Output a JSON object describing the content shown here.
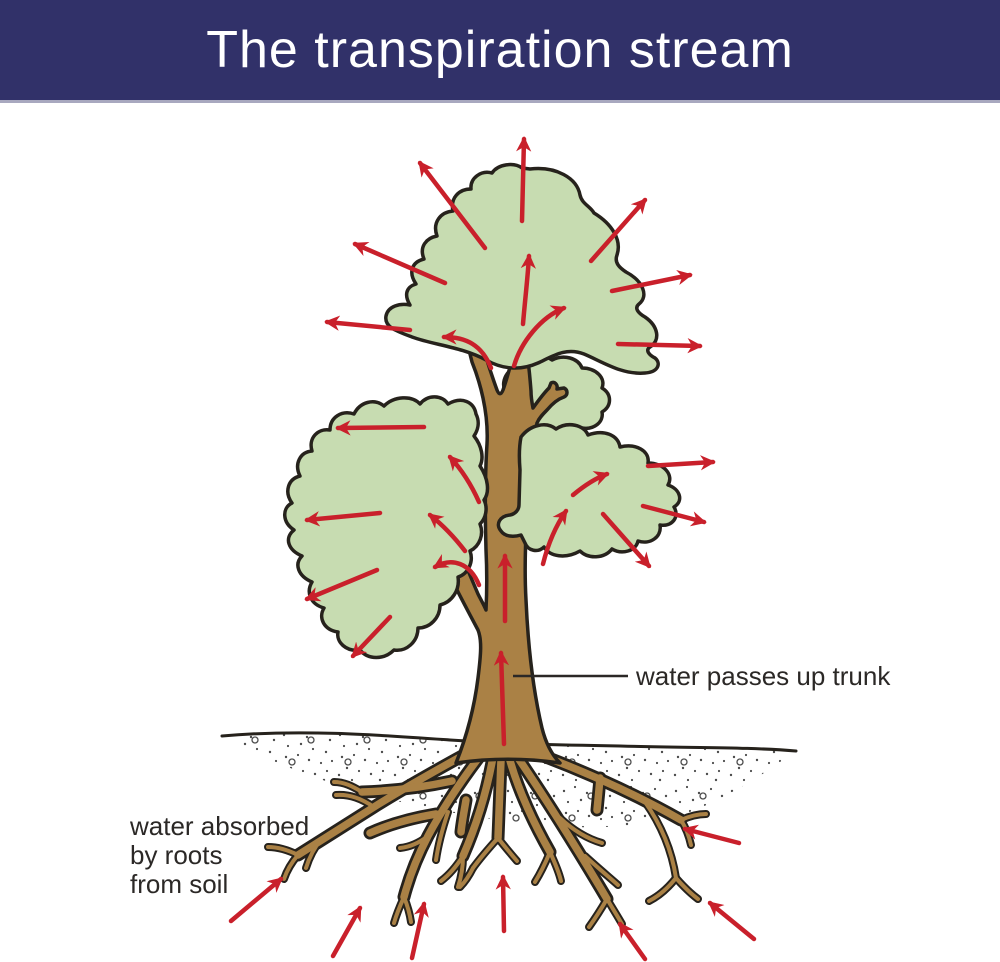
{
  "header": {
    "title": "The transpiration stream"
  },
  "labels": {
    "trunk": "water passes up trunk",
    "roots": "water absorbed\nby roots\nfrom soil"
  },
  "colors": {
    "header_bg": "#313169",
    "header_edge": "#a8a8bf",
    "foliage": "#c7dcb1",
    "outline": "#26221c",
    "trunk": "#aa8145",
    "red": "#c9202b",
    "text": "#2b2826",
    "soil_dot": "#4c4c4c",
    "page_bg": "#ffffff"
  },
  "diagram": {
    "type": "labelled-biology-diagram",
    "subject": "transpiration stream through a tree: water absorbed by roots, carried up trunk, evaporating from leaves",
    "arrow_color": "#c9202b",
    "arrows": {
      "transpiration_out_of_leaves": 14,
      "within_canopy_flow": 8,
      "up_trunk": 2,
      "root_absorption": 7
    },
    "elements": [
      "leaf canopy (4 clusters)",
      "trunk with branches",
      "root system",
      "soil line with stippled earth"
    ]
  }
}
